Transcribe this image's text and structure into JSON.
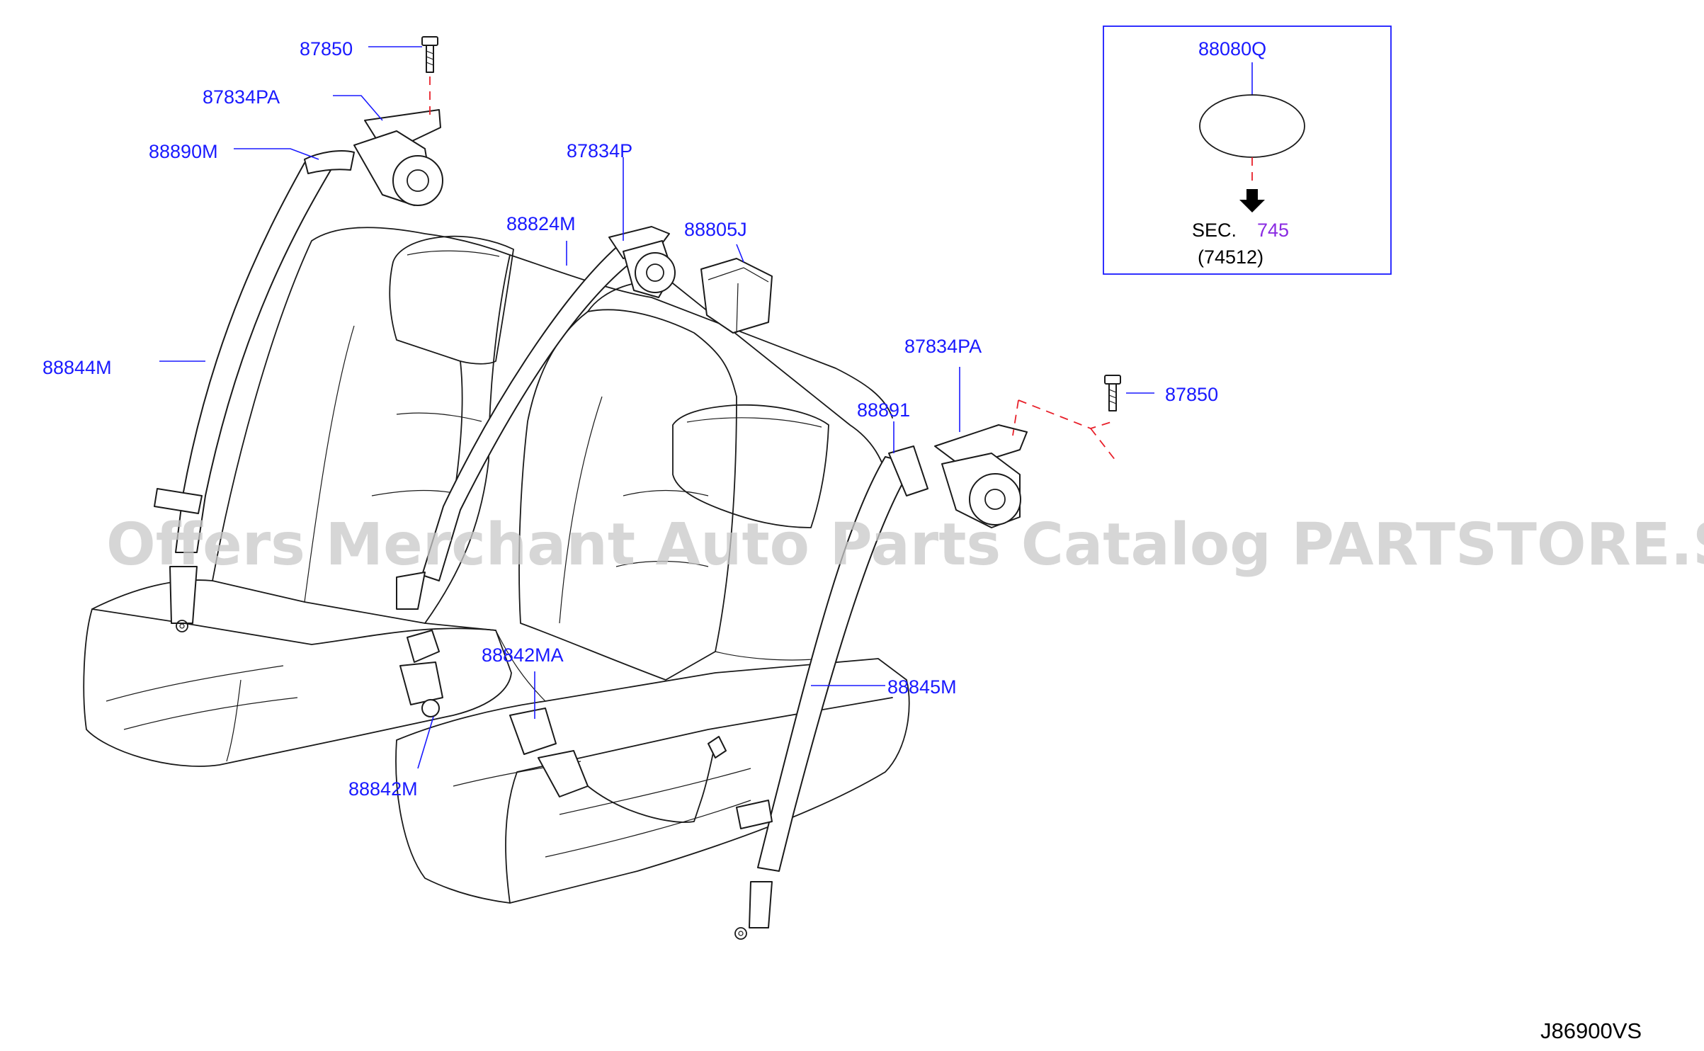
{
  "parts": {
    "p87850_top": "87850",
    "p87834PA_top": "87834PA",
    "p88890M": "88890M",
    "p87834P": "87834P",
    "p88824M": "88824M",
    "p88805J": "88805J",
    "p88844M": "88844M",
    "p87834PA_right": "87834PA",
    "p87850_right": "87850",
    "p88891": "88891",
    "p88842MA": "88842MA",
    "p88845M": "88845M",
    "p88842M": "88842M"
  },
  "inset": {
    "part": "88080Q",
    "sec_prefix": "SEC.",
    "sec_number": "745",
    "sub_code": "(74512)"
  },
  "watermark": "Offers Merchant Auto Parts Catalog PARTSTORE.SA",
  "diagram_code": "J86900VS",
  "colors": {
    "label": "#1a1aff",
    "section_link": "#8a2be2",
    "dash_line": "#e8202a",
    "line_art": "#1a1a1a"
  }
}
